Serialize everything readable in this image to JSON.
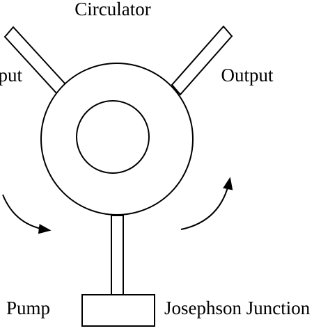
{
  "labels": {
    "title": "Circulator",
    "input": "Input",
    "output": "Output",
    "pump": "Pump",
    "junction": "Josephson Junction"
  },
  "colors": {
    "stroke": "#000000",
    "background": "#ffffff"
  }
}
